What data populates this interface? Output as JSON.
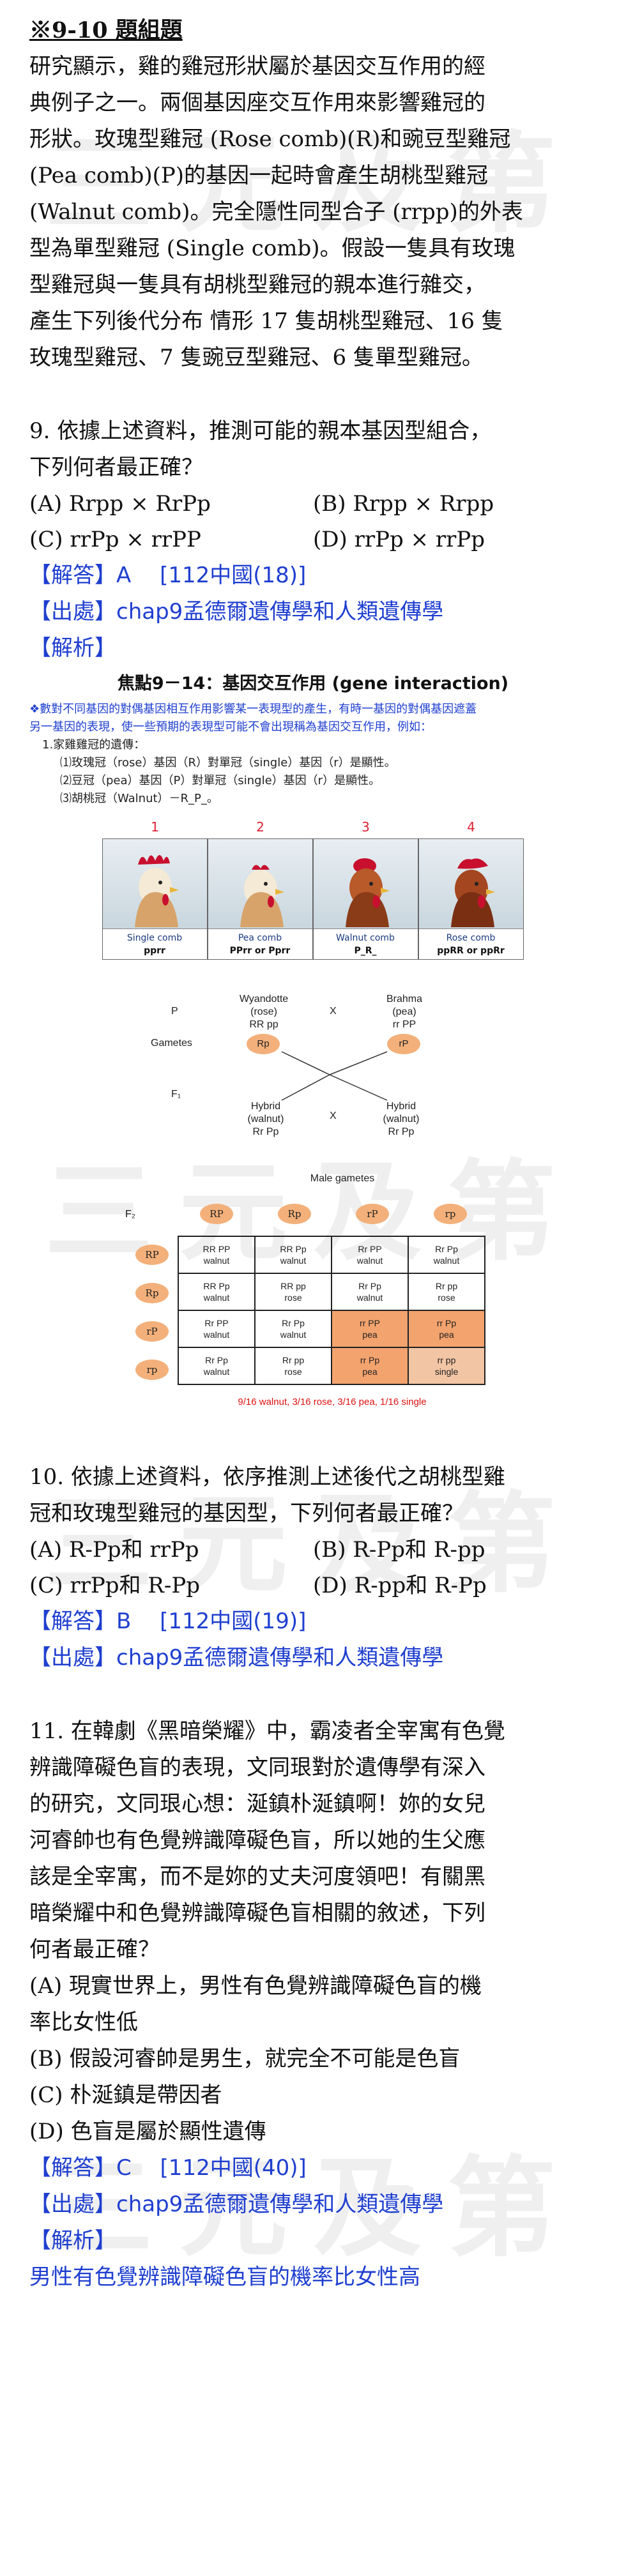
{
  "q_group": {
    "title": "※9-10 題組題",
    "passage": [
      "研究顯示，雞的雞冠形狀屬於基因交互作用的經",
      "典例子之一。兩個基因座交互作用來影響雞冠的",
      "形狀。玫瑰型雞冠 (Rose comb)(R)和豌豆型雞冠",
      "(Pea comb)(P)的基因一起時會產生胡桃型雞冠",
      "(Walnut comb)。完全隱性同型合子 (rrpp)的外表",
      "型為單型雞冠 (Single comb)。假設一隻具有玫瑰",
      "型雞冠與一隻具有胡桃型雞冠的親本進行雜交，",
      "產生下列後代分布 情形 17 隻胡桃型雞冠、16 隻",
      "玫瑰型雞冠、7 隻豌豆型雞冠、6 隻單型雞冠。"
    ]
  },
  "q9": {
    "stem": [
      "9. 依據上述資料，推測可能的親本基因型組合，",
      "下列何者最正確？"
    ],
    "options": [
      "(A) Rrpp × RrPp",
      "(B) Rrpp × Rrpp",
      "(C) rrPp × rrPP",
      "(D) rrPp × rrPp"
    ],
    "answer": "【解答】A　 [112中國(18)]",
    "source": "【出處】chap9孟德爾遺傳學和人類遺傳學",
    "explain": "【解析】"
  },
  "figure": {
    "heading": "焦點9－14：基因交互作用 (gene interaction)",
    "intro": [
      "❖數對不同基因的對偶基因相互作用影響某一表現型的產生，有時一基因的對偶基因遮蓋",
      "另一基因的表現，使一些預期的表現型可能不會出現稱為基因交互作用，例如："
    ],
    "item_title": "1.家雞雞冠的遺傳：",
    "items": [
      "⑴玫瑰冠（rose）基因（R）對單冠（single）基因（r）是顯性。",
      "⑵豆冠（pea）基因（P）對單冠（single）基因（r）是顯性。",
      "⑶胡桃冠（Walnut）－R_P_。"
    ],
    "combs": [
      {
        "num": "1",
        "name": "Single comb",
        "geno": "pprr"
      },
      {
        "num": "2",
        "name": "Pea comb",
        "geno": "PPrr or Pprr"
      },
      {
        "num": "3",
        "name": "Walnut comb",
        "geno": "P_R_"
      },
      {
        "num": "4",
        "name": "Rose comb",
        "geno": "ppRR or ppRr"
      }
    ],
    "cross": {
      "p_label": "P",
      "gametes_label": "Gametes",
      "f1_label": "F₁",
      "f2_label": "F₂",
      "x": "X",
      "parent1": [
        "Wyandotte",
        "(rose)",
        "RR  pp"
      ],
      "parent2": [
        "Brahma",
        "(pea)",
        "rr  PP"
      ],
      "gamete1": "Rp",
      "gamete2": "rP",
      "hybrid1": [
        "Hybrid",
        "(walnut)",
        "Rr  Pp"
      ],
      "hybrid2": [
        "Hybrid",
        "(walnut)",
        "Rr  Pp"
      ],
      "male_gametes": "Male gametes",
      "col_gametes": [
        "RP",
        "Rp",
        "rP",
        "rp"
      ],
      "row_gametes": [
        "RP",
        "Rp",
        "rP",
        "rp"
      ],
      "grid": [
        [
          [
            "RR PP",
            "walnut"
          ],
          [
            "RR Pp",
            "walnut"
          ],
          [
            "Rr PP",
            "walnut"
          ],
          [
            "Rr Pp",
            "walnut"
          ]
        ],
        [
          [
            "RR Pp",
            "walnut"
          ],
          [
            "RR pp",
            "rose"
          ],
          [
            "Rr Pp",
            "walnut"
          ],
          [
            "Rr pp",
            "rose"
          ]
        ],
        [
          [
            "Rr PP",
            "walnut"
          ],
          [
            "Rr Pp",
            "walnut"
          ],
          [
            "rr PP",
            "pea"
          ],
          [
            "rr Pp",
            "pea"
          ]
        ],
        [
          [
            "Rr Pp",
            "walnut"
          ],
          [
            "Rr pp",
            "rose"
          ],
          [
            "rr Pp",
            "pea"
          ],
          [
            "rr pp",
            "single"
          ]
        ]
      ],
      "ratio": "9/16 walnut, 3/16 rose, 3/16 pea, 1/16 single"
    }
  },
  "q10": {
    "stem": [
      "10. 依據上述資料，依序推測上述後代之胡桃型雞",
      "冠和玫瑰型雞冠的基因型，下列何者最正確？"
    ],
    "options": [
      "(A) R-Pp和 rrPp",
      "(B) R-Pp和 R-pp",
      "(C) rrPp和 R-Pp",
      "(D) R-pp和 R-Pp"
    ],
    "answer": "【解答】B　 [112中國(19)]",
    "source": "【出處】chap9孟德爾遺傳學和人類遺傳學"
  },
  "q11": {
    "stem": [
      "11. 在韓劇《黑暗榮耀》中，霸凌者全宰寓有色覺",
      "辨識障礙色盲的表現，文同珢對於遺傳學有深入",
      "的研究，文同珢心想：涎鎮朴涎鎮啊！妳的女兒",
      "河睿帥也有色覺辨識障礙色盲，所以她的生父應",
      "該是全宰寓，而不是妳的丈夫河度領吧！有關黑",
      "暗榮耀中和色覺辨識障礙色盲相關的敘述，下列",
      "何者最正確？"
    ],
    "options": [
      "(A) 現實世界上，男性有色覺辨識障礙色盲的機",
      "率比女性低",
      "(B) 假設河睿帥是男生，就完全不可能是色盲",
      "(C) 朴涎鎮是帶因者",
      "(D) 色盲是屬於顯性遺傳"
    ],
    "answer": "【解答】C　 [112中國(40)]",
    "source": "【出處】chap9孟德爾遺傳學和人類遺傳學",
    "explain": "【解析】",
    "explain_text": "男性有色覺辨識障礙色盲的機率比女性高"
  },
  "watermark": "三元及第"
}
